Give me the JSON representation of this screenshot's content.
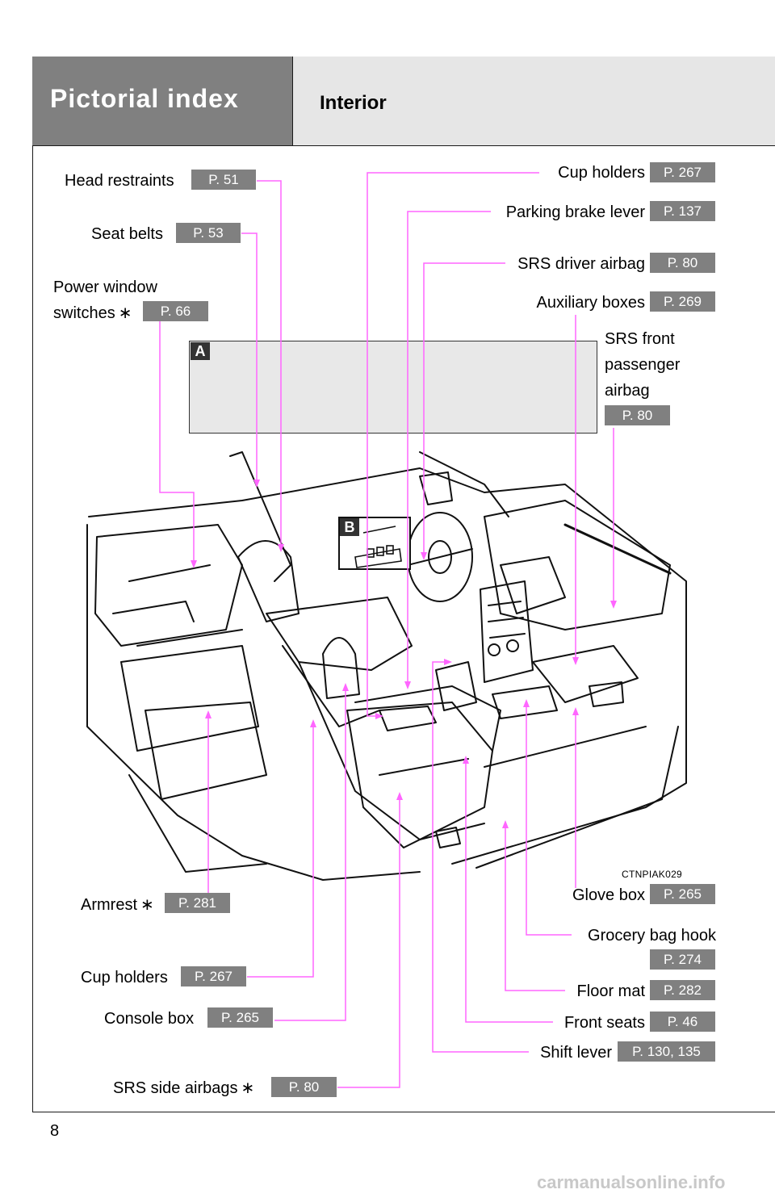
{
  "header": {
    "title": "Pictorial index",
    "subtitle": "Interior"
  },
  "figure": {
    "tag_a": "A",
    "tag_b": "B",
    "code": "CTNPIAK029"
  },
  "labels_left": [
    {
      "text": "Head restraints",
      "page": "P. 51",
      "asterisk": false
    },
    {
      "text": "Seat belts",
      "page": "P. 53",
      "asterisk": false
    },
    {
      "text": "Power window",
      "text2": "switches",
      "page": "P. 66",
      "asterisk": true
    },
    {
      "text": "Armrest",
      "page": "P. 281",
      "asterisk": true
    },
    {
      "text": "Cup holders",
      "page": "P. 267",
      "asterisk": false
    },
    {
      "text": "Console box",
      "page": "P. 265",
      "asterisk": false
    },
    {
      "text": "SRS side airbags",
      "page": "P. 80",
      "asterisk": true
    }
  ],
  "labels_right": [
    {
      "text": "Cup holders",
      "page": "P. 267"
    },
    {
      "text": "Parking brake lever",
      "page": "P. 137"
    },
    {
      "text": "SRS driver airbag",
      "page": "P. 80"
    },
    {
      "text": "Auxiliary boxes",
      "page": "P. 269"
    },
    {
      "text": "SRS front",
      "text2": "passenger",
      "text3": "airbag",
      "page": "P. 80"
    },
    {
      "text": "Glove box",
      "page": "P. 265"
    },
    {
      "text": "Grocery bag hook",
      "page": "P. 274"
    },
    {
      "text": "Floor mat",
      "page": "P. 282"
    },
    {
      "text": "Front seats",
      "page": "P. 46"
    },
    {
      "text": "Shift lever",
      "page": "P. 130, 135"
    }
  ],
  "asterisk_symbol": "∗",
  "page_number": "8",
  "watermark": "carmanualsonline.info",
  "colors": {
    "leader": "#ff66ff",
    "badge": "#808080",
    "header_dark": "#808080",
    "header_light": "#e6e6e6"
  }
}
